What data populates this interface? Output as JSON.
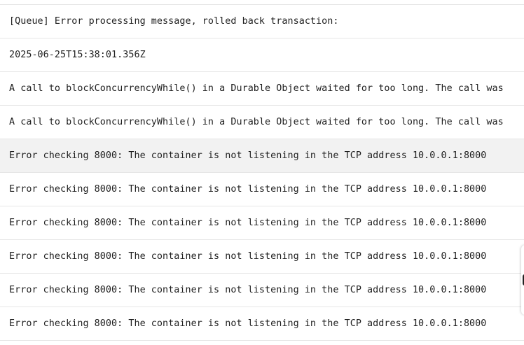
{
  "logs": [
    {
      "message": "[Queue] Error processing message, rolled back transaction:"
    },
    {
      "message": "2025-06-25T15:38:01.356Z"
    },
    {
      "message": "A call to blockConcurrencyWhile() in a Durable Object waited for too long. The call was"
    },
    {
      "message": "A call to blockConcurrencyWhile() in a Durable Object waited for too long. The call was"
    },
    {
      "message": "Error checking 8000: The container is not listening in the TCP address 10.0.0.1:8000",
      "highlighted": true
    },
    {
      "message": "Error checking 8000: The container is not listening in the TCP address 10.0.0.1:8000"
    },
    {
      "message": "Error checking 8000: The container is not listening in the TCP address 10.0.0.1:8000"
    },
    {
      "message": "Error checking 8000: The container is not listening in the TCP address 10.0.0.1:8000"
    },
    {
      "message": "Error checking 8000: The container is not listening in the TCP address 10.0.0.1:8000"
    },
    {
      "message": "Error checking 8000: The container is not listening in the TCP address 10.0.0.1:8000"
    }
  ]
}
